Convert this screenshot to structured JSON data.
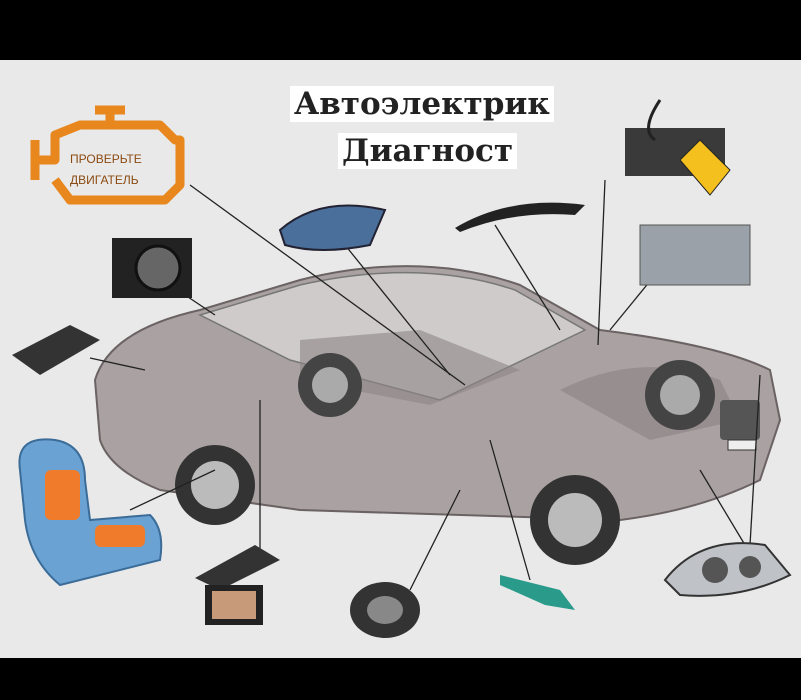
{
  "title": {
    "line1": "Автоэлектрик",
    "line2": "Диагност"
  },
  "check_engine": {
    "line1": "ПРОВЕРЬТЕ",
    "line2": "ДВИГАТЕЛЬ",
    "color": "#e8871e"
  },
  "colors": {
    "background": "#e9e9ea",
    "car_body": "#a9a0a0",
    "frame_bars": "#000000"
  }
}
